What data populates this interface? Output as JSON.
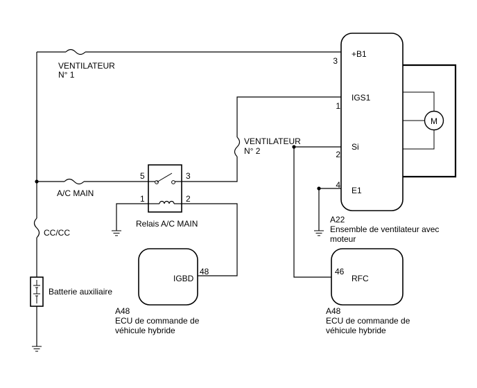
{
  "fuses": {
    "vent1_line1": "VENTILATEUR",
    "vent1_line2": "N° 1",
    "vent2_line1": "VENTILATEUR",
    "vent2_line2": "N° 2",
    "ac_main": "A/C MAIN",
    "cc": "CC/CC"
  },
  "battery": {
    "label": "Batterie auxiliaire"
  },
  "relay": {
    "label": "Relais A/C MAIN",
    "pin5": "5",
    "pin3": "3",
    "pin1": "1",
    "pin2": "2"
  },
  "fan_assembly": {
    "code": "A22",
    "name_line1": "Ensemble de ventilateur avec",
    "name_line2": "moteur",
    "motor_symbol": "M",
    "pins": [
      {
        "num": "3",
        "label": "+B1"
      },
      {
        "num": "1",
        "label": "IGS1"
      },
      {
        "num": "2",
        "label": "Si"
      },
      {
        "num": "4",
        "label": "E1"
      }
    ]
  },
  "ecu_left": {
    "code": "A48",
    "name_line1": "ECU de commande de",
    "name_line2": "véhicule hybride",
    "pin_label": "IGBD",
    "pin_num": "48"
  },
  "ecu_right": {
    "code": "A48",
    "name_line1": "ECU de commande de",
    "name_line2": "véhicule hybride",
    "pin_label": "RFC",
    "pin_num": "46"
  }
}
